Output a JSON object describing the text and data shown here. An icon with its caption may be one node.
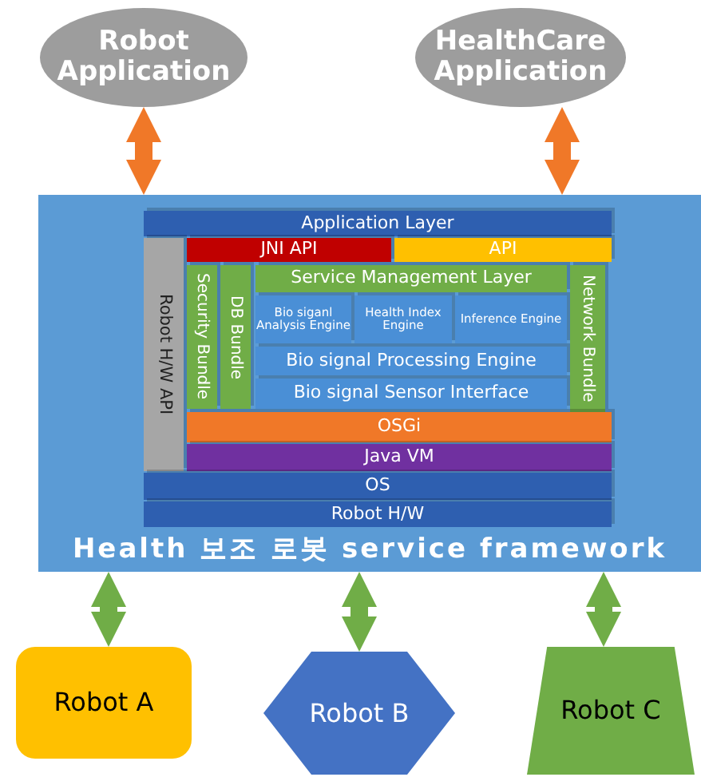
{
  "diagram": {
    "nodes": [
      {
        "text": [
          "Robot Application"
        ]
      },
      {
        "text": [
          "HealthCare Application"
        ]
      },
      {
        "text": [
          "Health 보조 로봇 service framework"
        ]
      },
      {
        "text": [
          "Application Layer"
        ],
        "in": 2
      },
      {
        "text": [
          "JNI API"
        ],
        "in": 2
      },
      {
        "text": [
          "API"
        ],
        "in": 2
      },
      {
        "text": [
          "Robot H/W API"
        ],
        "in": 2
      },
      {
        "text": [
          "Security Bundle"
        ],
        "in": 2
      },
      {
        "text": [
          "DB Bundle"
        ],
        "in": 2
      },
      {
        "text": [
          "Service Management Layer"
        ],
        "in": 2
      },
      {
        "text": [
          "Bio siganl Analysis Engine"
        ],
        "in": 2
      },
      {
        "text": [
          "Health Index Engine"
        ],
        "in": 2
      },
      {
        "text": [
          "Inference Engine"
        ],
        "in": 2
      },
      {
        "text": [
          "Bio signal Processing Engine"
        ],
        "in": 2
      },
      {
        "text": [
          "Bio signal Sensor Interface"
        ],
        "in": 2
      },
      {
        "text": [
          "Network Bundle"
        ],
        "in": 2
      },
      {
        "text": [
          "OSGi"
        ],
        "in": 2
      },
      {
        "text": [
          "Java VM"
        ],
        "in": 2
      },
      {
        "text": [
          "OS"
        ],
        "in": 2
      },
      {
        "text": [
          "Robot H/W"
        ],
        "in": 2
      },
      {
        "text": [
          "Robot A"
        ]
      },
      {
        "text": [
          "Robot B"
        ]
      },
      {
        "text": [
          "Robot C"
        ]
      }
    ],
    "edges": [
      {
        "from": 0,
        "to": 2,
        "arrow": "both",
        "color": "#f07828"
      },
      {
        "from": 1,
        "to": 2,
        "arrow": "both",
        "color": "#f07828"
      },
      {
        "from": 2,
        "to": 20,
        "arrow": "both"
      },
      {
        "from": 2,
        "to": 21,
        "arrow": "both"
      },
      {
        "from": 2,
        "to": 22,
        "arrow": "both"
      }
    ]
  }
}
